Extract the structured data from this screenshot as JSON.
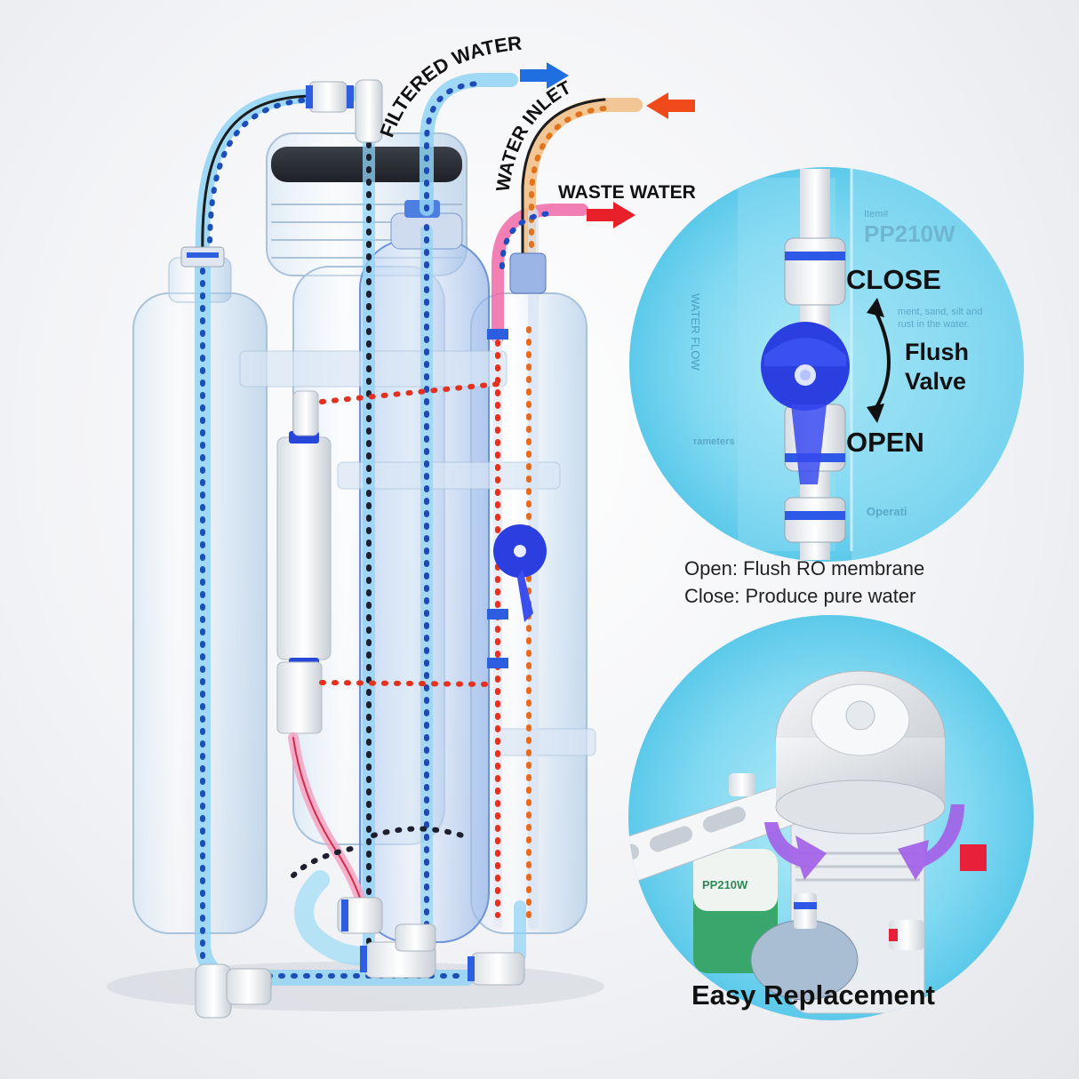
{
  "labels": {
    "filtered_water": "FILTERED WATER",
    "water_inlet": "WATER INLET",
    "waste_water": "WASTE WATER"
  },
  "valve_panel": {
    "close": "CLOSE",
    "flush_line1": "Flush",
    "flush_line2": "Valve",
    "open": "OPEN",
    "bg_text": {
      "item": "Item#",
      "model": "PP210W",
      "water_flow": "WATER FLOW",
      "notes": [
        "ment, sand, silt and",
        "rust in the water."
      ],
      "parameters": "rameters",
      "operation": "Operati"
    }
  },
  "caption": {
    "line1": "Open: Flush RO membrane",
    "line2": "Close: Produce pure water"
  },
  "replacement_panel": {
    "filter_label": "PP210W",
    "title": "Easy Replacement"
  },
  "colors": {
    "filtered_arrow": "#1f6fe0",
    "inlet_arrow": "#f04a1a",
    "waste_arrow": "#e8202a",
    "panel_cyan": "#6fd3ef",
    "valve_blue": "#2b3fe0",
    "rotate_arrows": "#a25ee8"
  }
}
